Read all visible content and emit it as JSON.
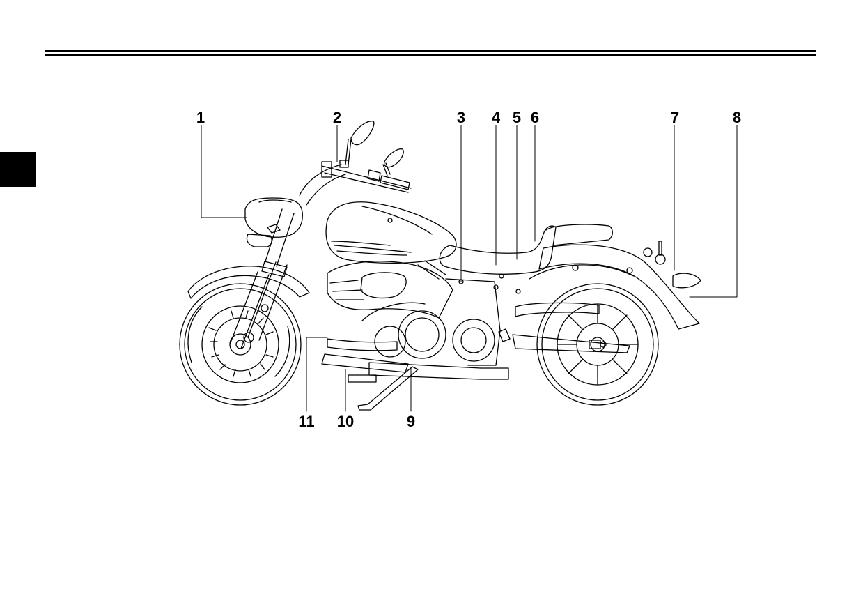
{
  "colors": {
    "ink": "#000000",
    "paper": "#ffffff"
  },
  "illustration": {
    "subject": "motorcycle-left-side-view",
    "callouts": [
      "1",
      "2",
      "3",
      "4",
      "5",
      "6",
      "7",
      "8",
      "9",
      "10",
      "11"
    ]
  }
}
